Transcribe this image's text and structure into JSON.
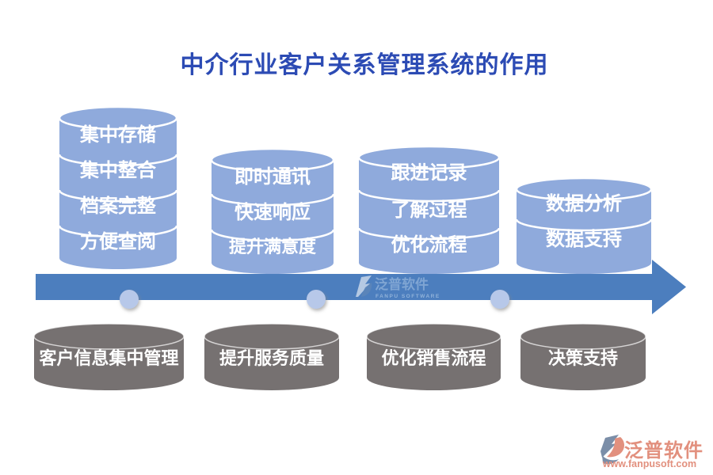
{
  "title": "中介行业客户关系管理系统的作用",
  "top_cylinders": [
    {
      "segments": [
        "集中存储",
        "集中整合",
        "档案完整",
        "方便查阅"
      ]
    },
    {
      "segments": [
        "即时通讯",
        "快速响应",
        "提升满意度"
      ]
    },
    {
      "segments": [
        "跟进记录",
        "了解过程",
        "优化流程"
      ]
    },
    {
      "segments": [
        "数据分析",
        "数据支持"
      ]
    }
  ],
  "bottom_cylinders": [
    {
      "label": "客户信息集中管理"
    },
    {
      "label": "提升服务质量"
    },
    {
      "label": "优化销售流程"
    },
    {
      "label": "决策支持"
    }
  ],
  "watermark": {
    "brand": "泛普软件",
    "brand_en": "FANPU SOFTWARE"
  },
  "footer": {
    "brand": "泛普软件",
    "website": "www.fanpusoft.com"
  },
  "colors": {
    "title": "#2C4BB4",
    "cylinder_blue": "#8FAADC",
    "cylinder_gray": "#767171",
    "arrow": "#4C7EBE",
    "timeline_dot": "#B7C8E9",
    "brand_salmon": "#E2907E",
    "brand_bluegray": "#7B8EA8"
  }
}
